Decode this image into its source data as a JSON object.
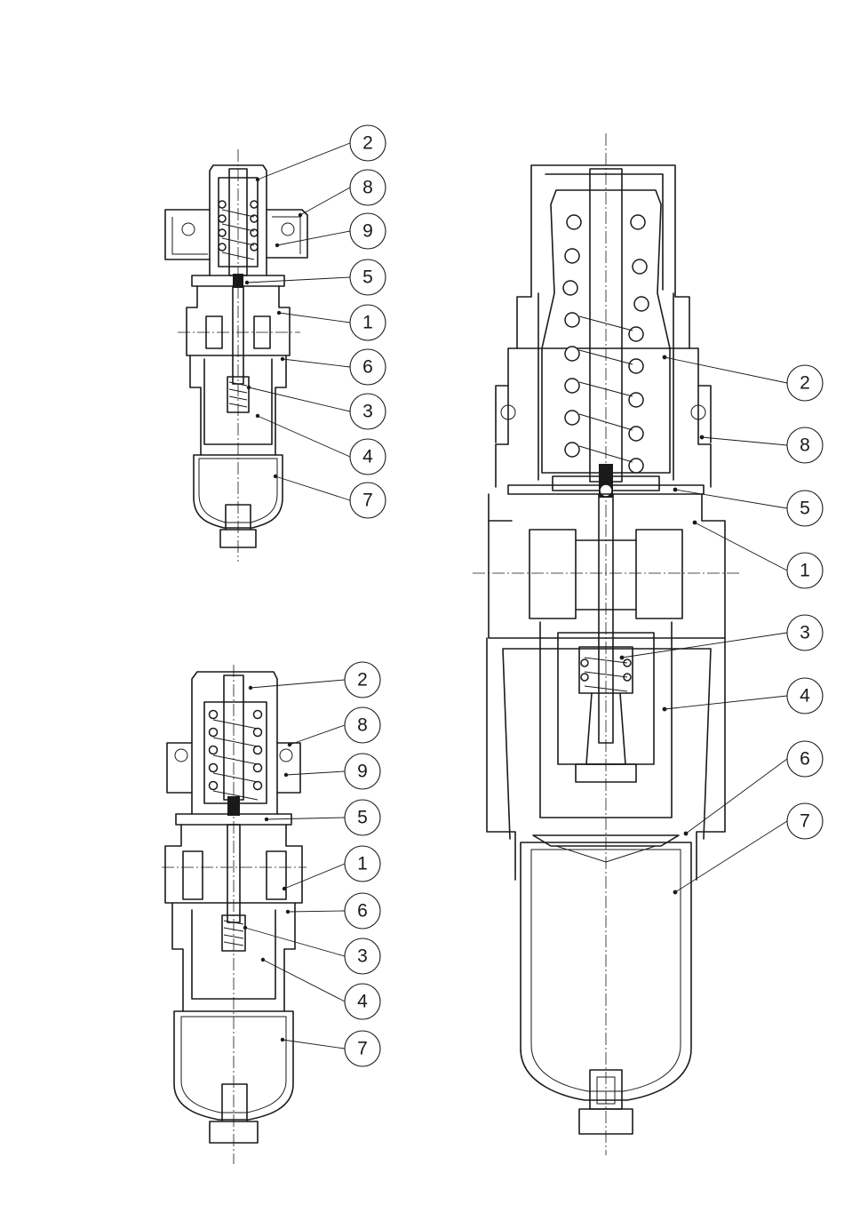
{
  "figures": [
    {
      "name": "small-unit-top",
      "callouts": [
        {
          "label": "2"
        },
        {
          "label": "8"
        },
        {
          "label": "9"
        },
        {
          "label": "5"
        },
        {
          "label": "1"
        },
        {
          "label": "6"
        },
        {
          "label": "3"
        },
        {
          "label": "4"
        },
        {
          "label": "7"
        }
      ]
    },
    {
      "name": "small-unit-bottom",
      "callouts": [
        {
          "label": "2"
        },
        {
          "label": "8"
        },
        {
          "label": "9"
        },
        {
          "label": "5"
        },
        {
          "label": "1"
        },
        {
          "label": "6"
        },
        {
          "label": "3"
        },
        {
          "label": "4"
        },
        {
          "label": "7"
        }
      ]
    },
    {
      "name": "large-unit",
      "callouts": [
        {
          "label": "2"
        },
        {
          "label": "8"
        },
        {
          "label": "5"
        },
        {
          "label": "1"
        },
        {
          "label": "3"
        },
        {
          "label": "4"
        },
        {
          "label": "6"
        },
        {
          "label": "7"
        }
      ]
    }
  ],
  "colors": {
    "line": "#1a1a1a",
    "background": "#ffffff"
  }
}
